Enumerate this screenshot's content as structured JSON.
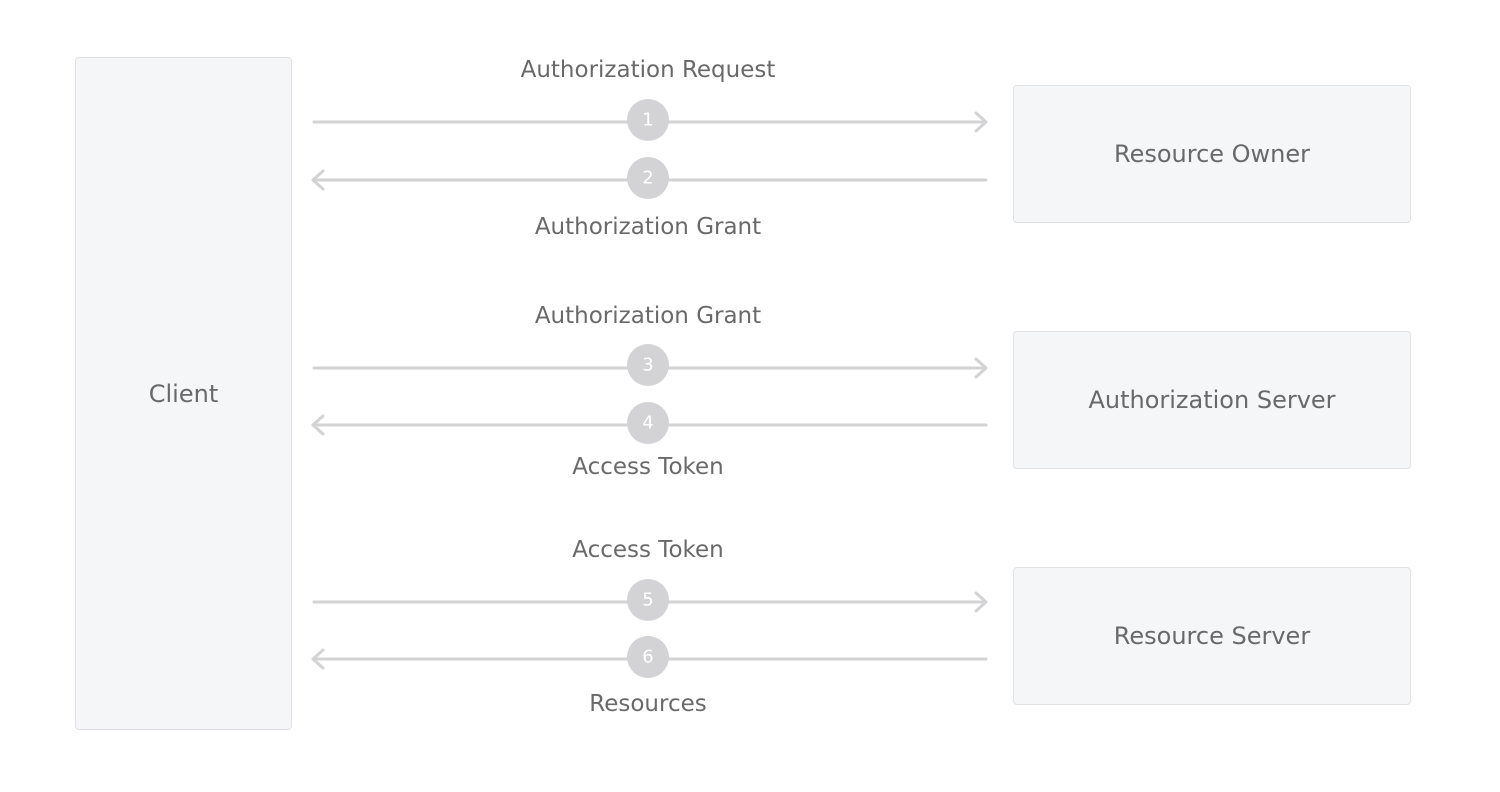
{
  "participants": {
    "client": "Client",
    "resource_owner": "Resource Owner",
    "authorization_server": "Authorization Server",
    "resource_server": "Resource Server"
  },
  "steps": [
    {
      "number": "1",
      "direction": "right",
      "label": "Authorization Request"
    },
    {
      "number": "2",
      "direction": "left",
      "label": "Authorization Grant"
    },
    {
      "number": "3",
      "direction": "right",
      "label": "Authorization Grant"
    },
    {
      "number": "4",
      "direction": "left",
      "label": "Access Token"
    },
    {
      "number": "5",
      "direction": "right",
      "label": "Access Token"
    },
    {
      "number": "6",
      "direction": "left",
      "label": "Resources"
    }
  ],
  "colors": {
    "box_fill": "#f5f6f8",
    "box_border": "#e1e2e5",
    "arrow": "#d3d3d5",
    "text": "#696969"
  }
}
